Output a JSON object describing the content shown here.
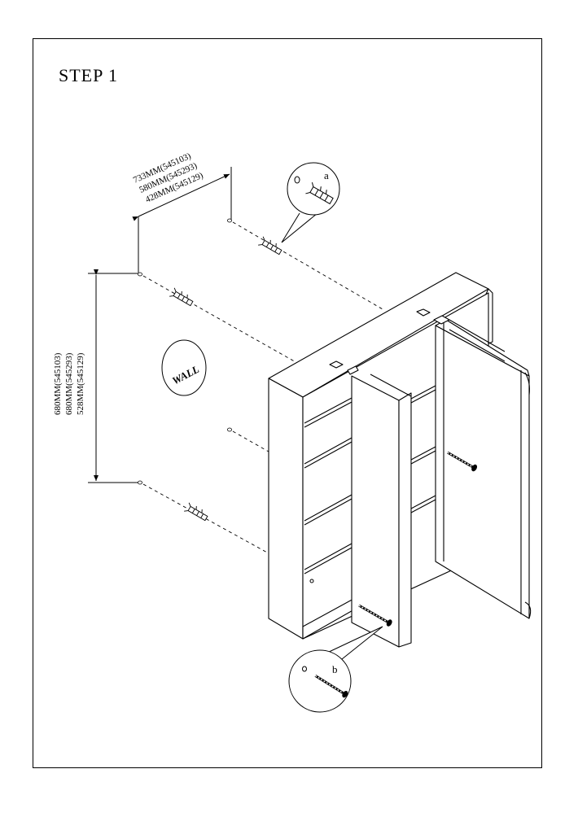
{
  "step": {
    "title": "STEP 1"
  },
  "wall": {
    "label": "WALL"
  },
  "dimensions": {
    "horizontal": [
      "733MM(545103)",
      "580MM(545293)",
      "428MM(545129)"
    ],
    "vertical": [
      "680MM(545103)",
      "680MM(545293)",
      "528MM(545129)"
    ]
  },
  "callouts": {
    "a": "a",
    "b": "b"
  }
}
